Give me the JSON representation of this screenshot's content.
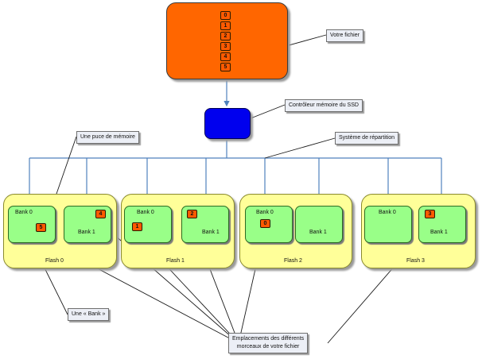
{
  "file": {
    "pieces": [
      "0",
      "1",
      "2",
      "3",
      "4",
      "5"
    ]
  },
  "labels": {
    "file": "Votre fichier",
    "controller": "Contrôleur mémoire du SSD",
    "chip": "Une puce de mémoire",
    "dispatch": "Système de répartition",
    "bank": "Une « Bank »",
    "locations_line1": "Emplacements des différents",
    "locations_line2": "morceaux de votre fichier"
  },
  "flash": [
    {
      "name": "Flash 0",
      "bank0": "Bank 0",
      "bank1": "Bank 1",
      "bank0_piece": "5",
      "bank1_piece": "4"
    },
    {
      "name": "Flash 1",
      "bank0": "Bank 0",
      "bank1": "Bank 1",
      "bank0_piece": "1",
      "bank1_piece": "2"
    },
    {
      "name": "Flash 2",
      "bank0": "Bank 0",
      "bank1": "Bank 1",
      "bank0_piece": "0",
      "bank1_piece": ""
    },
    {
      "name": "Flash 3",
      "bank0": "Bank 0",
      "bank1": "Bank 1",
      "bank0_piece": "",
      "bank1_piece": "3"
    }
  ],
  "colors": {
    "file": "#ff6600",
    "controller": "#0000ee",
    "flash": "#ffff99",
    "bank": "#99ff88",
    "piece": "#ff5a00",
    "arrow": "#4f81bd"
  }
}
